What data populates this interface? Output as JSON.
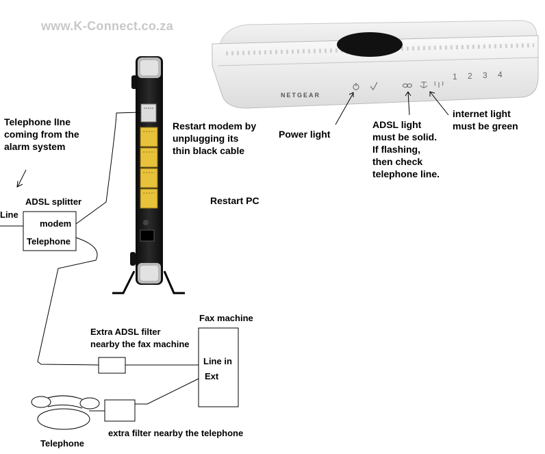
{
  "watermark": "www.K-Connect.co.za",
  "router": {
    "brand": "NETGEAR",
    "ports": [
      "1",
      "2",
      "3",
      "4"
    ],
    "icons": [
      "power-icon",
      "check-icon",
      "adsl-link-icon",
      "internet-icon",
      "wireless-icon"
    ]
  },
  "labels": {
    "telephone_line": "Telephone lIne\ncoming from the\nalarm system",
    "adsl_splitter": "ADSL splitter",
    "line": "Line",
    "modem": "modem",
    "telephone_port": "Telephone",
    "restart_modem": "Restart modem by\nunplugging its\nthin black cable",
    "restart_pc": "Restart PC",
    "power_light": "Power light",
    "adsl_light": "ADSL light\nmust be solid.\nIf flashing,\nthen check\ntelephone line.",
    "internet_light": "internet light\nmust be green",
    "fax_machine": "Fax machine",
    "extra_filter_fax": "Extra ADSL filter\nnearby the fax machine",
    "line_in": "Line in",
    "ext": "Ext",
    "extra_filter_phone": "extra filter nearby the telephone",
    "telephone": "Telephone"
  },
  "colors": {
    "watermark": "#c8c8c8",
    "router_body": "#e9e9e9",
    "modem_body": "#1a1a1a",
    "ethernet_ports": "#e8c23a"
  }
}
